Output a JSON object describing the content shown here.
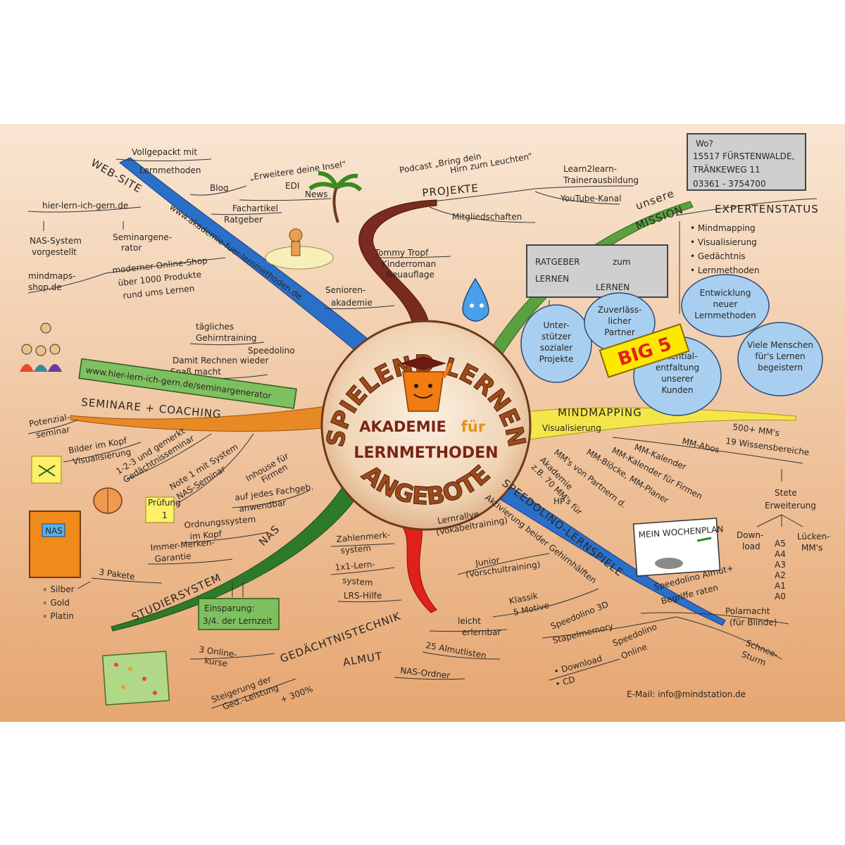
{
  "colors": {
    "bg_top": "#f7e2cc",
    "bg_bottom": "#e7aa74",
    "branch_blue": "#2a6fc8",
    "branch_brown": "#7a2a1e",
    "branch_green": "#5aa040",
    "branch_yellow": "#f4e64a",
    "branch_orange": "#e88a24",
    "branch_red": "#e0201a",
    "branch_darkgreen": "#2e7a2a",
    "cloud_blue": "#a9cff0",
    "box_gray": "#cfcfcf",
    "box_green": "#7ec060",
    "box_yellow": "#ffe800",
    "big5_red": "#e02018"
  },
  "center": {
    "top_arc": "SPIELEND LERNEN",
    "bottom_arc": "ANGEBOTE",
    "line1_a": "AKADEMIE",
    "line1_b": "für",
    "line2": "LERNMETHODEN",
    "mascot": "graduate-mascot-icon"
  },
  "contact": {
    "box_line1": "Wo?",
    "box_line2": "15517 FÜRSTENWALDE,",
    "box_line3": "TRÄNKEWEG 11",
    "box_line4": "03361 - 3754700",
    "email": "E-Mail:  info@mindstation.de"
  },
  "website": {
    "branch": "WEB-SITE",
    "url": "www.akademie-fuer-lernmethoden.de",
    "vollgepackt": "Vollgepackt mit",
    "lernmethoden": "Lernmethoden",
    "blog": "Blog",
    "edi_quote": "„Erweitere deine Insel“",
    "edi": "EDI",
    "news": "News",
    "fachartikel": "Fachartikel",
    "ratgeber": "Ratgeber",
    "hier_lern": "hier-lern-ich-gern.de",
    "nas_system": "NAS-System",
    "vorgestellt": "vorgestellt",
    "seminargenerator_a": "Seminargene-",
    "seminargenerator_b": "rator",
    "mindmaps_a": "mindmaps-",
    "mindmaps_b": "shop.de",
    "shop_a": "moderner Online-Shop",
    "shop_b": "über 1000 Produkte",
    "shop_c": "rund ums Lernen"
  },
  "projekte": {
    "branch": "PROJEKTE",
    "podcast_a": "Podcast „Bring dein",
    "podcast_b": "Hirn zum Leuchten“",
    "learn2learn_a": "Learn2learn-",
    "learn2learn_b": "Trainerausbildung",
    "youtube": "YouTube-Kanal",
    "mitglied": "Mitgliedschaften",
    "tommy_a": "Tommy Tropf",
    "tommy_b": "Kinderroman",
    "tommy_c": "Neuauflage",
    "senioren_a": "Senioren-",
    "senioren_b": "akademie",
    "gehirn_a": "tägliches",
    "gehirn_b": "Gehirntraining",
    "speedolino": "Speedolino",
    "rechnen_a": "Damit Rechnen wieder",
    "rechnen_b": "Spaß macht"
  },
  "mission": {
    "unsere": "unsere",
    "branch": "MISSION",
    "ratgeber_a": "RATGEBER",
    "ratgeber_b": "zum",
    "ratgeber_c": "LERNEN",
    "ratgeber_d": "LERNEN",
    "expertenstatus": "EXPERTENSTATUS",
    "exp_items": [
      "Mindmapping",
      "Visualisierung",
      "Gedächtnis",
      "Lernmethoden"
    ],
    "cloud1": [
      "Unter-",
      "stützer",
      "sozialer",
      "Projekte"
    ],
    "cloud2": [
      "Zuverläss-",
      "licher",
      "Partner"
    ],
    "cloud3": [
      "Entwicklung",
      "neuer",
      "Lernmethoden"
    ],
    "cloud4": [
      "Potential-",
      "entfaltung",
      "unserer",
      "Kunden"
    ],
    "cloud5": [
      "Viele Menschen",
      "für's Lernen",
      "begeistern"
    ],
    "big5": "BIG 5"
  },
  "mindmapping": {
    "branch": "MINDMAPPING",
    "visualisierung": "Visualisierung",
    "mms": "500+ MM's",
    "wissen": "19 Wissensbereiche",
    "abos": "MM-Abos",
    "kalender": "MM-Kalender",
    "kalender_firmen": "MM-Kalender für Firmen",
    "bloecke": "MM-Blöcke, MM-Planer",
    "partnern": "MM's von Partnern d.",
    "akademie_a": "Akademie",
    "akademie_b": "z.B. 70 MM's für",
    "akademie_c": "HP",
    "stete_a": "Stete",
    "stete_b": "Erweiterung",
    "download_a": "Down-",
    "download_b": "load",
    "formats": [
      "A5",
      "A4",
      "A3",
      "A2",
      "A1",
      "A0"
    ],
    "luecken_a": "Lücken-",
    "luecken_b": "MM's",
    "wochenplan": "MEIN WOCHENPLAN"
  },
  "speedolino": {
    "branch": "SPEEDOLINO-LERNSPIELE",
    "aktivierung": "Aktivierung beider Gehirnhälften",
    "almut_a": "Speedolino Almut+",
    "almut_b": "Begriffe raten",
    "polar_a": "Polarnacht",
    "polar_b": "(für Blinde)",
    "schnee_a": "Schnee-",
    "schnee_b": "Sturm",
    "sd_a": "Speedolino 3D",
    "sd_b": "Stapelmemory",
    "online_a": "Speedolino",
    "online_b": "Online",
    "dl": "• Download",
    "cd": "• CD",
    "klassik_a": "Klassik",
    "klassik_b": "5 Motive",
    "junior_a": "Junior",
    "junior_b": "(Vorschultraining)",
    "rallye_a": "Lernrallye",
    "rallye_b": "(Vokabeltraining)"
  },
  "seminare": {
    "url": "www.hier-lern-ich-gern.de/seminargenerator",
    "branch": "SEMINARE + COACHING",
    "potenzial_a": "Potenzial-",
    "potenzial_b": "seminar",
    "bilder_a": "Bilder im Kopf",
    "bilder_b": "Visualisierung",
    "g123_a": "1-2-3 und gemerkt",
    "g123_b": "Gedächtnisseminar",
    "note_a": "Note 1 mit System",
    "note_b": "NAS-Seminar",
    "inhouse_a": "Inhouse für",
    "inhouse_b": "Firmen",
    "fachgeb_a": "auf jedes Fachgeb.",
    "fachgeb_b": "anwendbar",
    "pruefung_a": "Prüfung",
    "pruefung_b": "1"
  },
  "nas": {
    "branch": "NAS",
    "studiersystem": "STUDIERSYSTEM",
    "book": "NAS",
    "ordnung_a": "Ordnungssystem",
    "ordnung_b": "im Kopf",
    "immer_a": "Immer-Merken-",
    "immer_b": "Garantie",
    "pakete": "3 Pakete",
    "silber": "∘ Silber",
    "gold": "∘ Gold",
    "platin": "∘ Platin",
    "einsparung_a": "Einsparung:",
    "einsparung_b": "3/4. der Lernzeit"
  },
  "gedaechtnis": {
    "branch": "GEDÄCHTNISTECHNIK",
    "almut": "ALMUT",
    "zahlen_a": "Zahlenmerk-",
    "zahlen_b": "system",
    "einmaleins_a": "1x1-Lern-",
    "einmaleins_b": "system",
    "lrs": "LRS-Hilfe",
    "leicht_a": "leicht",
    "leicht_b": "erlernbar",
    "listen": "25 Almutlisten",
    "nas_ordner": "NAS-Ordner",
    "kurse_a": "3 Online-",
    "kurse_b": "kurse",
    "steigerung_a": "Steigerung der",
    "steigerung_b": "Ged.-Leistung",
    "steigerung_c": "+ 300%"
  }
}
